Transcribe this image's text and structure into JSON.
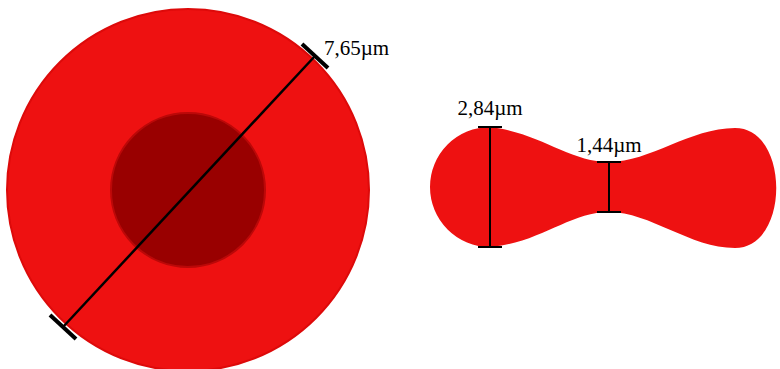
{
  "diagram": {
    "labels": [
      "7,65µm",
      "2,84µm",
      "1,44µm"
    ]
  }
}
